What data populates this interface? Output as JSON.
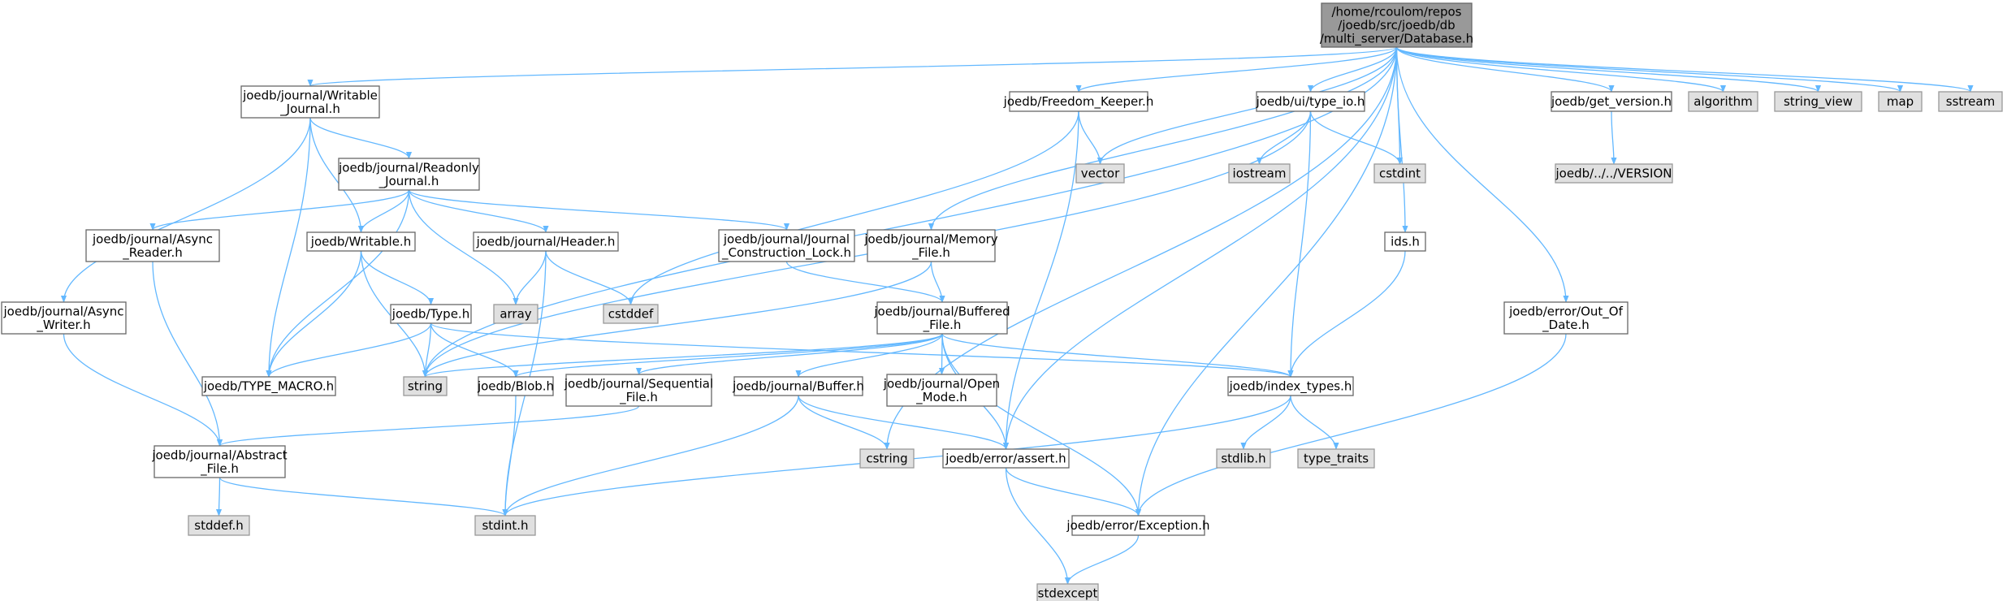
{
  "diagram": {
    "colors": {
      "edge": "#63b8ff",
      "root_fill": "#999999",
      "root_border": "#666666",
      "local_fill": "#ffffff",
      "local_border": "#666666",
      "system_fill": "#e0e0e0",
      "system_border": "#999999",
      "text": "#000000"
    },
    "nodes": [
      {
        "id": "database",
        "kind": "root",
        "lines": [
          "/home/rcoulom/repos",
          "/joedb/src/joedb/db",
          "/multi_server/Database.h"
        ]
      },
      {
        "id": "writable_journal",
        "kind": "local",
        "lines": [
          "joedb/journal/Writable",
          "_Journal.h"
        ]
      },
      {
        "id": "readonly_journal",
        "kind": "local",
        "lines": [
          "joedb/journal/Readonly",
          "_Journal.h"
        ]
      },
      {
        "id": "async_writer",
        "kind": "local",
        "lines": [
          "joedb/journal/Async",
          "_Writer.h"
        ]
      },
      {
        "id": "async_reader",
        "kind": "local",
        "lines": [
          "joedb/journal/Async",
          "_Reader.h"
        ]
      },
      {
        "id": "writable",
        "kind": "local",
        "lines": [
          "joedb/Writable.h"
        ]
      },
      {
        "id": "header",
        "kind": "local",
        "lines": [
          "joedb/journal/Header.h"
        ]
      },
      {
        "id": "journal_construction_lock",
        "kind": "local",
        "lines": [
          "joedb/journal/Journal",
          "_Construction_Lock.h"
        ]
      },
      {
        "id": "freedom_keeper",
        "kind": "local",
        "lines": [
          "joedb/Freedom_Keeper.h"
        ]
      },
      {
        "id": "memory_file",
        "kind": "local",
        "lines": [
          "joedb/journal/Memory",
          "_File.h"
        ]
      },
      {
        "id": "buffered_file",
        "kind": "local",
        "lines": [
          "joedb/journal/Buffered",
          "_File.h"
        ]
      },
      {
        "id": "type_io",
        "kind": "local",
        "lines": [
          "joedb/ui/type_io.h"
        ]
      },
      {
        "id": "ids",
        "kind": "local",
        "lines": [
          "ids.h"
        ]
      },
      {
        "id": "get_version",
        "kind": "local",
        "lines": [
          "joedb/get_version.h"
        ]
      },
      {
        "id": "version",
        "kind": "system",
        "lines": [
          "joedb/../../VERSION"
        ]
      },
      {
        "id": "out_of_date",
        "kind": "local",
        "lines": [
          "joedb/error/Out_Of",
          "_Date.h"
        ]
      },
      {
        "id": "type_h",
        "kind": "local",
        "lines": [
          "joedb/Type.h"
        ]
      },
      {
        "id": "type_macro",
        "kind": "local",
        "lines": [
          "joedb/TYPE_MACRO.h"
        ]
      },
      {
        "id": "blob",
        "kind": "local",
        "lines": [
          "joedb/Blob.h"
        ]
      },
      {
        "id": "sequential_file",
        "kind": "local",
        "lines": [
          "joedb/journal/Sequential",
          "_File.h"
        ]
      },
      {
        "id": "buffer",
        "kind": "local",
        "lines": [
          "joedb/journal/Buffer.h"
        ]
      },
      {
        "id": "open_mode",
        "kind": "local",
        "lines": [
          "joedb/journal/Open",
          "_Mode.h"
        ]
      },
      {
        "id": "index_types",
        "kind": "local",
        "lines": [
          "joedb/index_types.h"
        ]
      },
      {
        "id": "abstract_file",
        "kind": "local",
        "lines": [
          "joedb/journal/Abstract",
          "_File.h"
        ]
      },
      {
        "id": "assert_h",
        "kind": "local",
        "lines": [
          "joedb/error/assert.h"
        ]
      },
      {
        "id": "exception",
        "kind": "local",
        "lines": [
          "joedb/error/Exception.h"
        ]
      },
      {
        "id": "algorithm",
        "kind": "system",
        "lines": [
          "algorithm"
        ]
      },
      {
        "id": "string_view",
        "kind": "system",
        "lines": [
          "string_view"
        ]
      },
      {
        "id": "map",
        "kind": "system",
        "lines": [
          "map"
        ]
      },
      {
        "id": "sstream",
        "kind": "system",
        "lines": [
          "sstream"
        ]
      },
      {
        "id": "vector",
        "kind": "system",
        "lines": [
          "vector"
        ]
      },
      {
        "id": "iostream",
        "kind": "system",
        "lines": [
          "iostream"
        ]
      },
      {
        "id": "cstdint",
        "kind": "system",
        "lines": [
          "cstdint"
        ]
      },
      {
        "id": "array",
        "kind": "system",
        "lines": [
          "array"
        ]
      },
      {
        "id": "cstddef",
        "kind": "system",
        "lines": [
          "cstddef"
        ]
      },
      {
        "id": "string",
        "kind": "system",
        "lines": [
          "string"
        ]
      },
      {
        "id": "cstring",
        "kind": "system",
        "lines": [
          "cstring"
        ]
      },
      {
        "id": "stdlib",
        "kind": "system",
        "lines": [
          "stdlib.h"
        ]
      },
      {
        "id": "type_traits",
        "kind": "system",
        "lines": [
          "type_traits"
        ]
      },
      {
        "id": "stddef",
        "kind": "system",
        "lines": [
          "stddef.h"
        ]
      },
      {
        "id": "stdint",
        "kind": "system",
        "lines": [
          "stdint.h"
        ]
      },
      {
        "id": "stdexcept",
        "kind": "system",
        "lines": [
          "stdexcept"
        ]
      }
    ],
    "edges": [
      [
        "database",
        "writable_journal"
      ],
      [
        "database",
        "string"
      ],
      [
        "database",
        "freedom_keeper"
      ],
      [
        "database",
        "vector"
      ],
      [
        "database",
        "memory_file"
      ],
      [
        "database",
        "cstring"
      ],
      [
        "database",
        "assert_h"
      ],
      [
        "database",
        "type_io"
      ],
      [
        "database",
        "cstdint"
      ],
      [
        "database",
        "ids"
      ],
      [
        "database",
        "exception"
      ],
      [
        "database",
        "out_of_date"
      ],
      [
        "database",
        "get_version"
      ],
      [
        "database",
        "algorithm"
      ],
      [
        "database",
        "string_view"
      ],
      [
        "database",
        "map"
      ],
      [
        "database",
        "sstream"
      ],
      [
        "writable_journal",
        "readonly_journal"
      ],
      [
        "writable_journal",
        "async_writer"
      ],
      [
        "writable_journal",
        "writable"
      ],
      [
        "writable_journal",
        "type_macro"
      ],
      [
        "readonly_journal",
        "async_reader"
      ],
      [
        "readonly_journal",
        "writable"
      ],
      [
        "readonly_journal",
        "type_macro"
      ],
      [
        "readonly_journal",
        "array"
      ],
      [
        "readonly_journal",
        "header"
      ],
      [
        "readonly_journal",
        "journal_construction_lock"
      ],
      [
        "async_writer",
        "abstract_file"
      ],
      [
        "async_reader",
        "abstract_file"
      ],
      [
        "writable",
        "type_h"
      ],
      [
        "writable",
        "type_macro"
      ],
      [
        "writable",
        "string"
      ],
      [
        "header",
        "array"
      ],
      [
        "header",
        "cstddef"
      ],
      [
        "header",
        "stdint"
      ],
      [
        "journal_construction_lock",
        "buffered_file"
      ],
      [
        "freedom_keeper",
        "vector"
      ],
      [
        "freedom_keeper",
        "cstddef"
      ],
      [
        "freedom_keeper",
        "assert_h"
      ],
      [
        "memory_file",
        "buffered_file"
      ],
      [
        "memory_file",
        "string"
      ],
      [
        "type_io",
        "iostream"
      ],
      [
        "type_io",
        "cstdint"
      ],
      [
        "type_io",
        "index_types"
      ],
      [
        "type_io",
        "string"
      ],
      [
        "ids",
        "index_types"
      ],
      [
        "get_version",
        "version"
      ],
      [
        "out_of_date",
        "exception"
      ],
      [
        "type_h",
        "type_macro"
      ],
      [
        "type_h",
        "string"
      ],
      [
        "type_h",
        "blob"
      ],
      [
        "type_h",
        "index_types"
      ],
      [
        "buffered_file",
        "string"
      ],
      [
        "buffered_file",
        "blob"
      ],
      [
        "buffered_file",
        "sequential_file"
      ],
      [
        "buffered_file",
        "buffer"
      ],
      [
        "buffered_file",
        "open_mode"
      ],
      [
        "buffered_file",
        "index_types"
      ],
      [
        "buffered_file",
        "assert_h"
      ],
      [
        "buffered_file",
        "exception"
      ],
      [
        "blob",
        "stdint"
      ],
      [
        "sequential_file",
        "abstract_file"
      ],
      [
        "buffer",
        "cstring"
      ],
      [
        "buffer",
        "assert_h"
      ],
      [
        "buffer",
        "stdint"
      ],
      [
        "index_types",
        "stdlib"
      ],
      [
        "index_types",
        "type_traits"
      ],
      [
        "index_types",
        "stdint"
      ],
      [
        "abstract_file",
        "stddef"
      ],
      [
        "abstract_file",
        "stdint"
      ],
      [
        "assert_h",
        "exception"
      ],
      [
        "assert_h",
        "stdexcept"
      ],
      [
        "exception",
        "stdexcept"
      ]
    ]
  }
}
